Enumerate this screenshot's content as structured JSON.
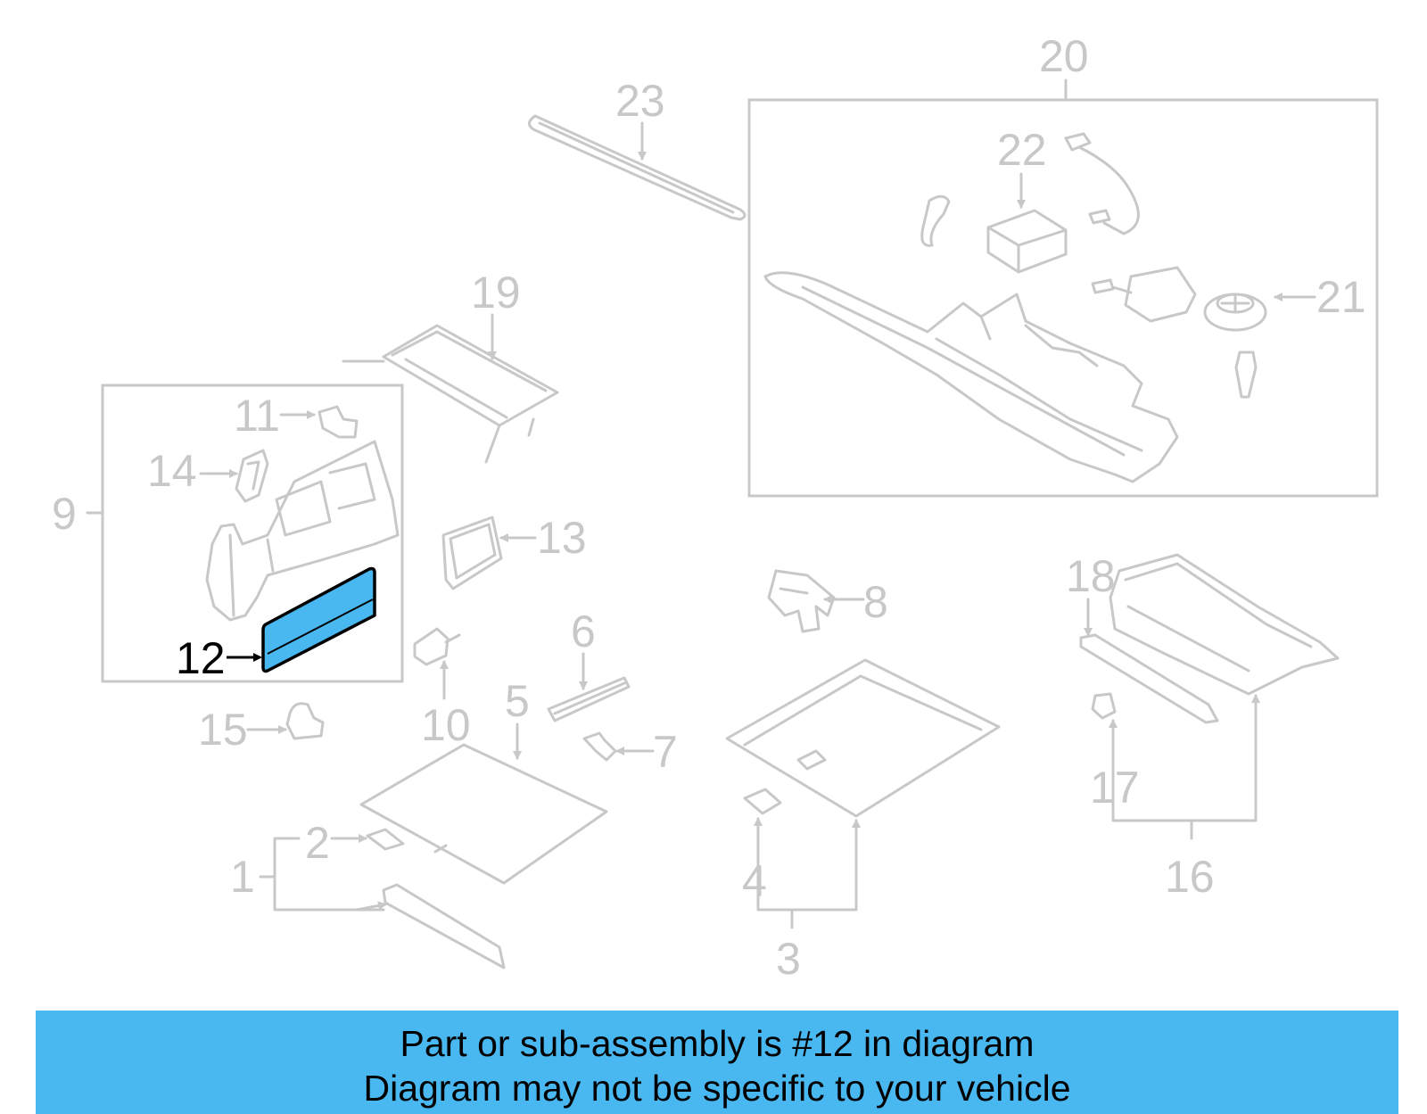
{
  "diagram": {
    "highlight_color": "#4ab8f0",
    "muted_color": "#c8c8c8",
    "highlighted_part": "12",
    "callouts": {
      "c1": "1",
      "c2": "2",
      "c3": "3",
      "c4": "4",
      "c5": "5",
      "c6": "6",
      "c7": "7",
      "c8": "8",
      "c9": "9",
      "c10": "10",
      "c11": "11",
      "c12": "12",
      "c13": "13",
      "c14": "14",
      "c15": "15",
      "c16": "16",
      "c17": "17",
      "c18": "18",
      "c19": "19",
      "c20": "20",
      "c21": "21",
      "c22": "22",
      "c23": "23"
    }
  },
  "banner": {
    "line1": "Part or sub-assembly is #12 in diagram",
    "line2": "Diagram may not be specific to your vehicle"
  }
}
